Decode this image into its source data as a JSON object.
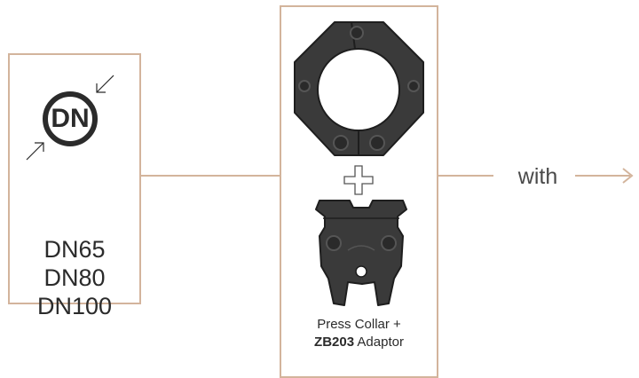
{
  "sizes": {
    "icon_text": "DN",
    "items": [
      "DN65",
      "DN80",
      "DN100"
    ]
  },
  "tool": {
    "caption_line1": "Press Collar +",
    "caption_model": "ZB203",
    "caption_suffix": "Adaptor"
  },
  "connector": {
    "label": "with"
  },
  "colors": {
    "frame": "#d3b49c",
    "tool_fill": "#3a3a3a",
    "text": "#2b2b2b"
  }
}
